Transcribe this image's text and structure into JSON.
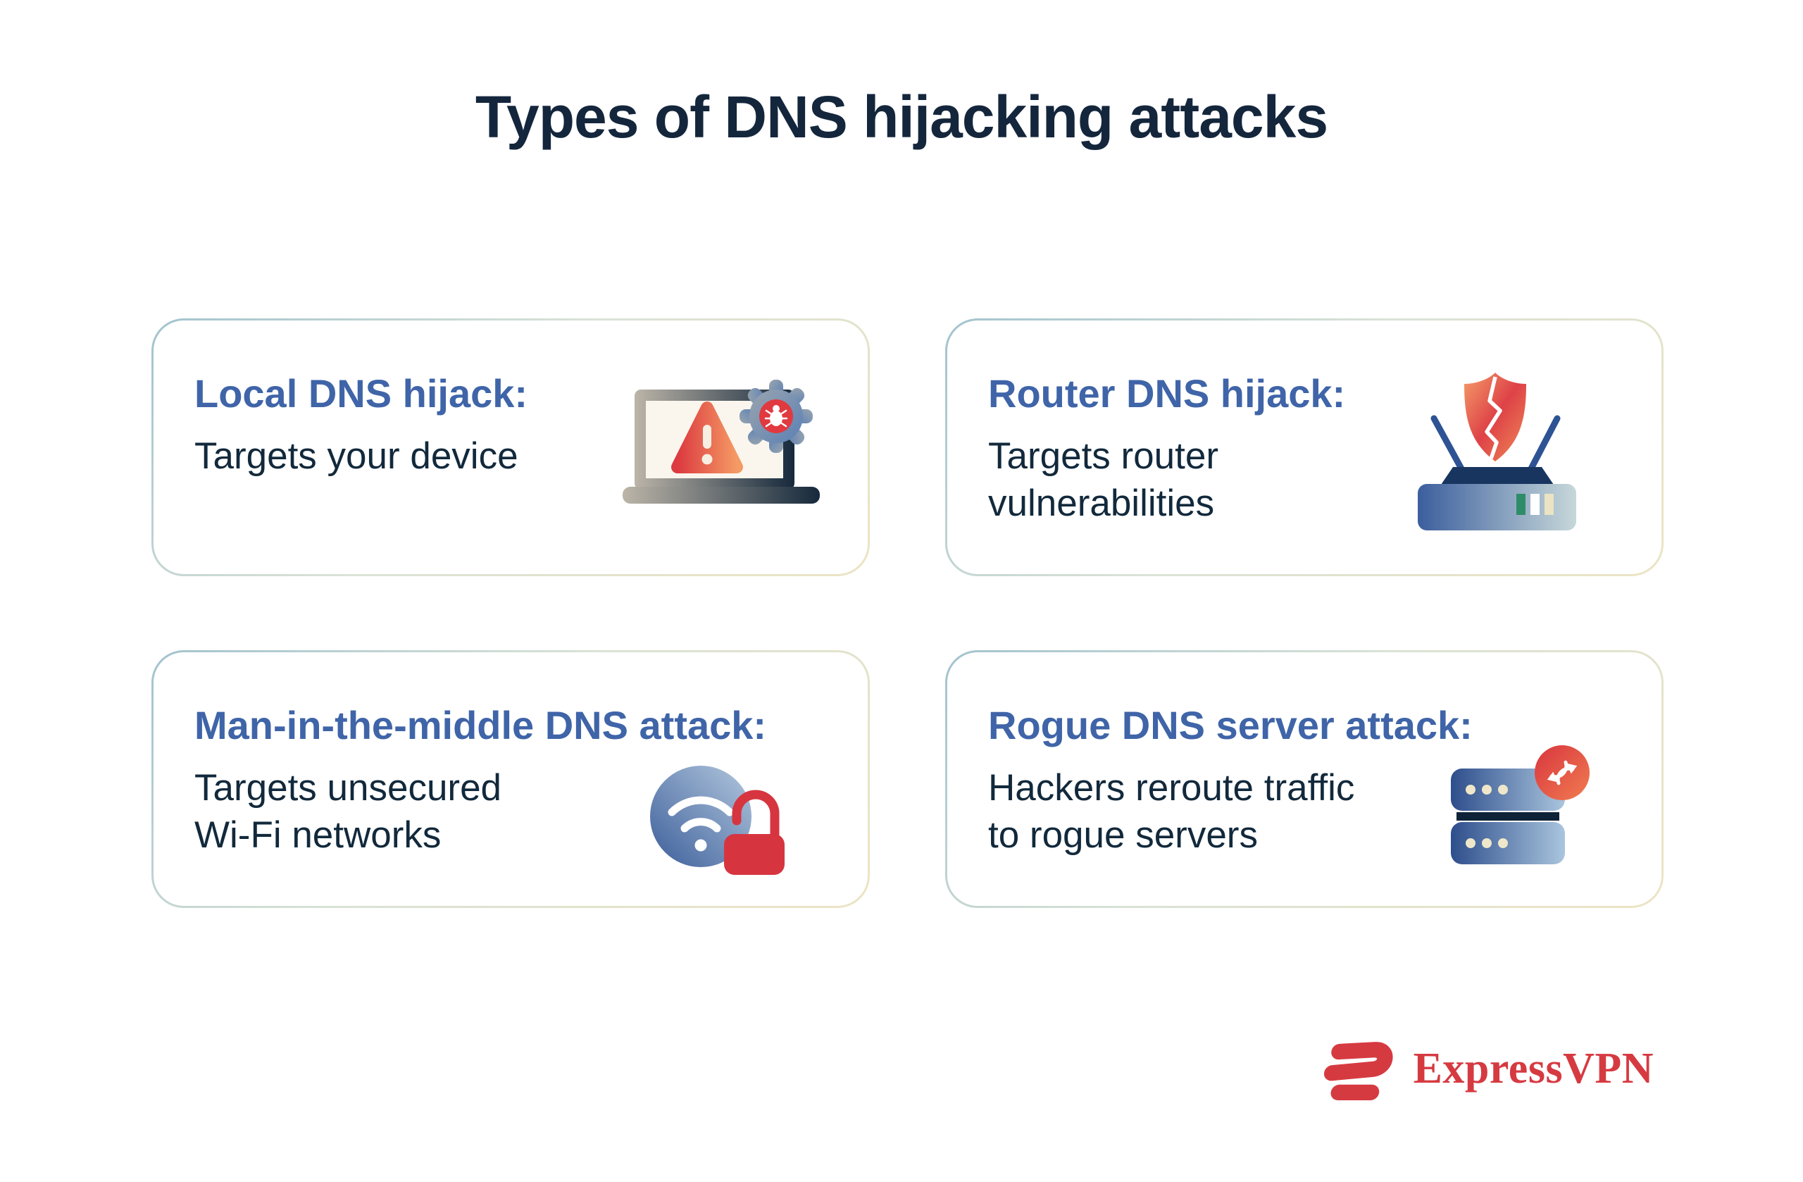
{
  "title": "Types of DNS hijacking attacks",
  "cards": [
    {
      "id": "local-dns-hijack",
      "heading": "Local DNS hijack:",
      "body": "Targets your device",
      "icon": "laptop-warning-icon"
    },
    {
      "id": "router-dns-hijack",
      "heading": "Router DNS hijack:",
      "body": "Targets router\nvulnerabilities",
      "icon": "router-shield-icon"
    },
    {
      "id": "man-in-the-middle-dns-attack",
      "heading": "Man-in-the-middle DNS attack:",
      "body": "Targets unsecured\nWi-Fi networks",
      "icon": "wifi-unlock-icon"
    },
    {
      "id": "rogue-dns-server-attack",
      "heading": "Rogue DNS server attack:",
      "body": "Hackers reroute traffic\nto rogue servers",
      "icon": "server-reroute-icon"
    }
  ],
  "brand": {
    "name": "ExpressVPN",
    "icon": "expressvpn-logo-icon"
  },
  "colors": {
    "background": "#ffffff",
    "title_text": "#14263c",
    "heading_accent": "#3f64a8",
    "body_text": "#12293c",
    "card_border_start": "#a2c3ce",
    "card_border_end": "#ece4c4",
    "brand_red": "#d63a41",
    "alert_red": "#dc3a40",
    "alert_orange": "#f49a64",
    "steel_blue": "#3b5e9d",
    "dark_navy": "#16293c"
  }
}
